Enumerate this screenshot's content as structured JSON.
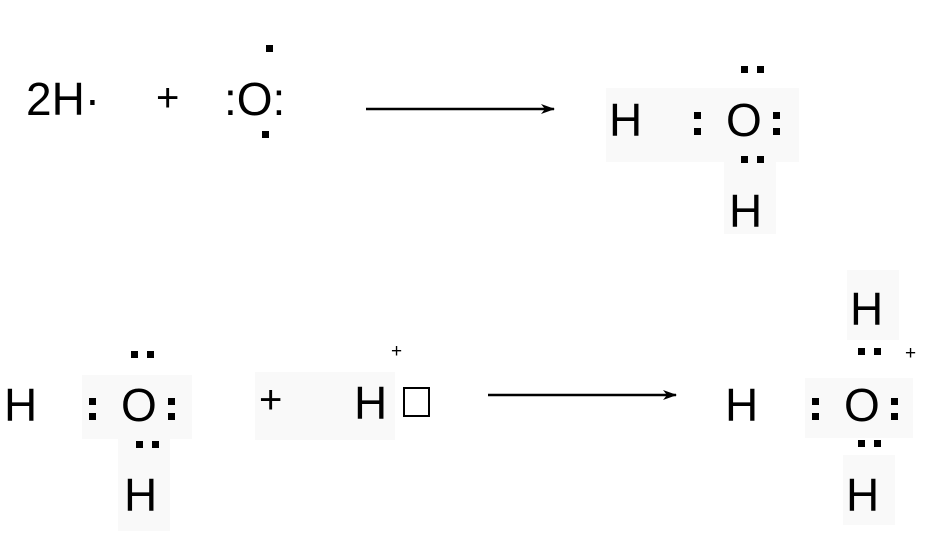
{
  "reaction1": {
    "coefficient_radical": "2H·",
    "plus": "+",
    "oxygen": ":O:",
    "product": {
      "h_left": "H",
      "oxygen": "O",
      "h_bottom": "H"
    }
  },
  "reaction2": {
    "reactant": {
      "h_left": "H",
      "oxygen": "O",
      "h_bottom": "H"
    },
    "plus": "+",
    "proton": "H",
    "proton_charge": "+",
    "product": {
      "h_top": "H",
      "h_left": "H",
      "oxygen": "O",
      "h_bottom": "H",
      "charge": "+"
    }
  },
  "colors": {
    "ink": "#000000",
    "highlight": "#f9f9f9"
  },
  "icons": {
    "arrow": "right-arrow-icon",
    "empty_orbital": "empty-box-icon",
    "electron": "dot-icon"
  }
}
